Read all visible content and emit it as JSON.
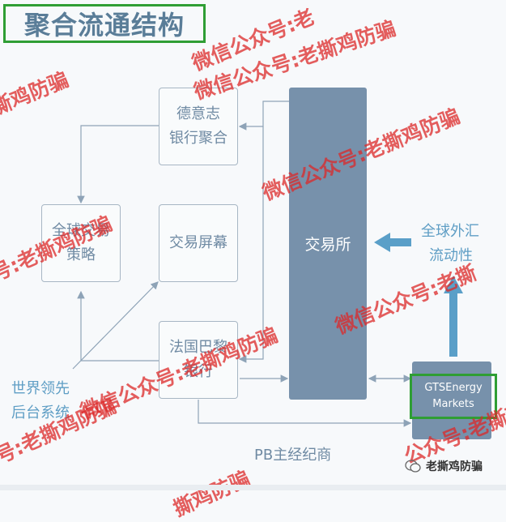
{
  "title": "聚合流通结构",
  "nodes": {
    "german_bank": [
      "德意志",
      "银行聚合"
    ],
    "global_strategy": [
      "全球交易",
      "策略"
    ],
    "screen": "交易屏幕",
    "paribas": [
      "法国巴黎",
      "银行"
    ],
    "exchange": "交易所",
    "fx_liquidity": [
      "全球外汇",
      "流动性"
    ],
    "world_leader": [
      "世界领先",
      "后台系统"
    ],
    "gts": [
      "GTSEnergy",
      "Markets"
    ],
    "pb": "PB主经纪商"
  },
  "watermarks": {
    "w1": "微信公众号:老",
    "w2": "微信公众号:老撕鸡防骗",
    "w3": "撕鸡防骗",
    "w4": "微信公众号:老撕鸡防骗",
    "w5": "号:老撕鸡防骗",
    "w6": "微信公众号:老撕",
    "w7": "号:老撕鸡防骗",
    "w8": "微信公众号:老撕鸡防骗",
    "w9": "公众号:老撕鸡防骗",
    "w10": "撕鸡防骗"
  },
  "footer": {
    "account": "老撕鸡防骗"
  },
  "colors": {
    "box_border": "#a7b6c4",
    "dark_box": "#7791ab",
    "arrow_blue": "#5a9fc8",
    "highlight": "#2f9e34",
    "watermark": "#dc2828"
  }
}
